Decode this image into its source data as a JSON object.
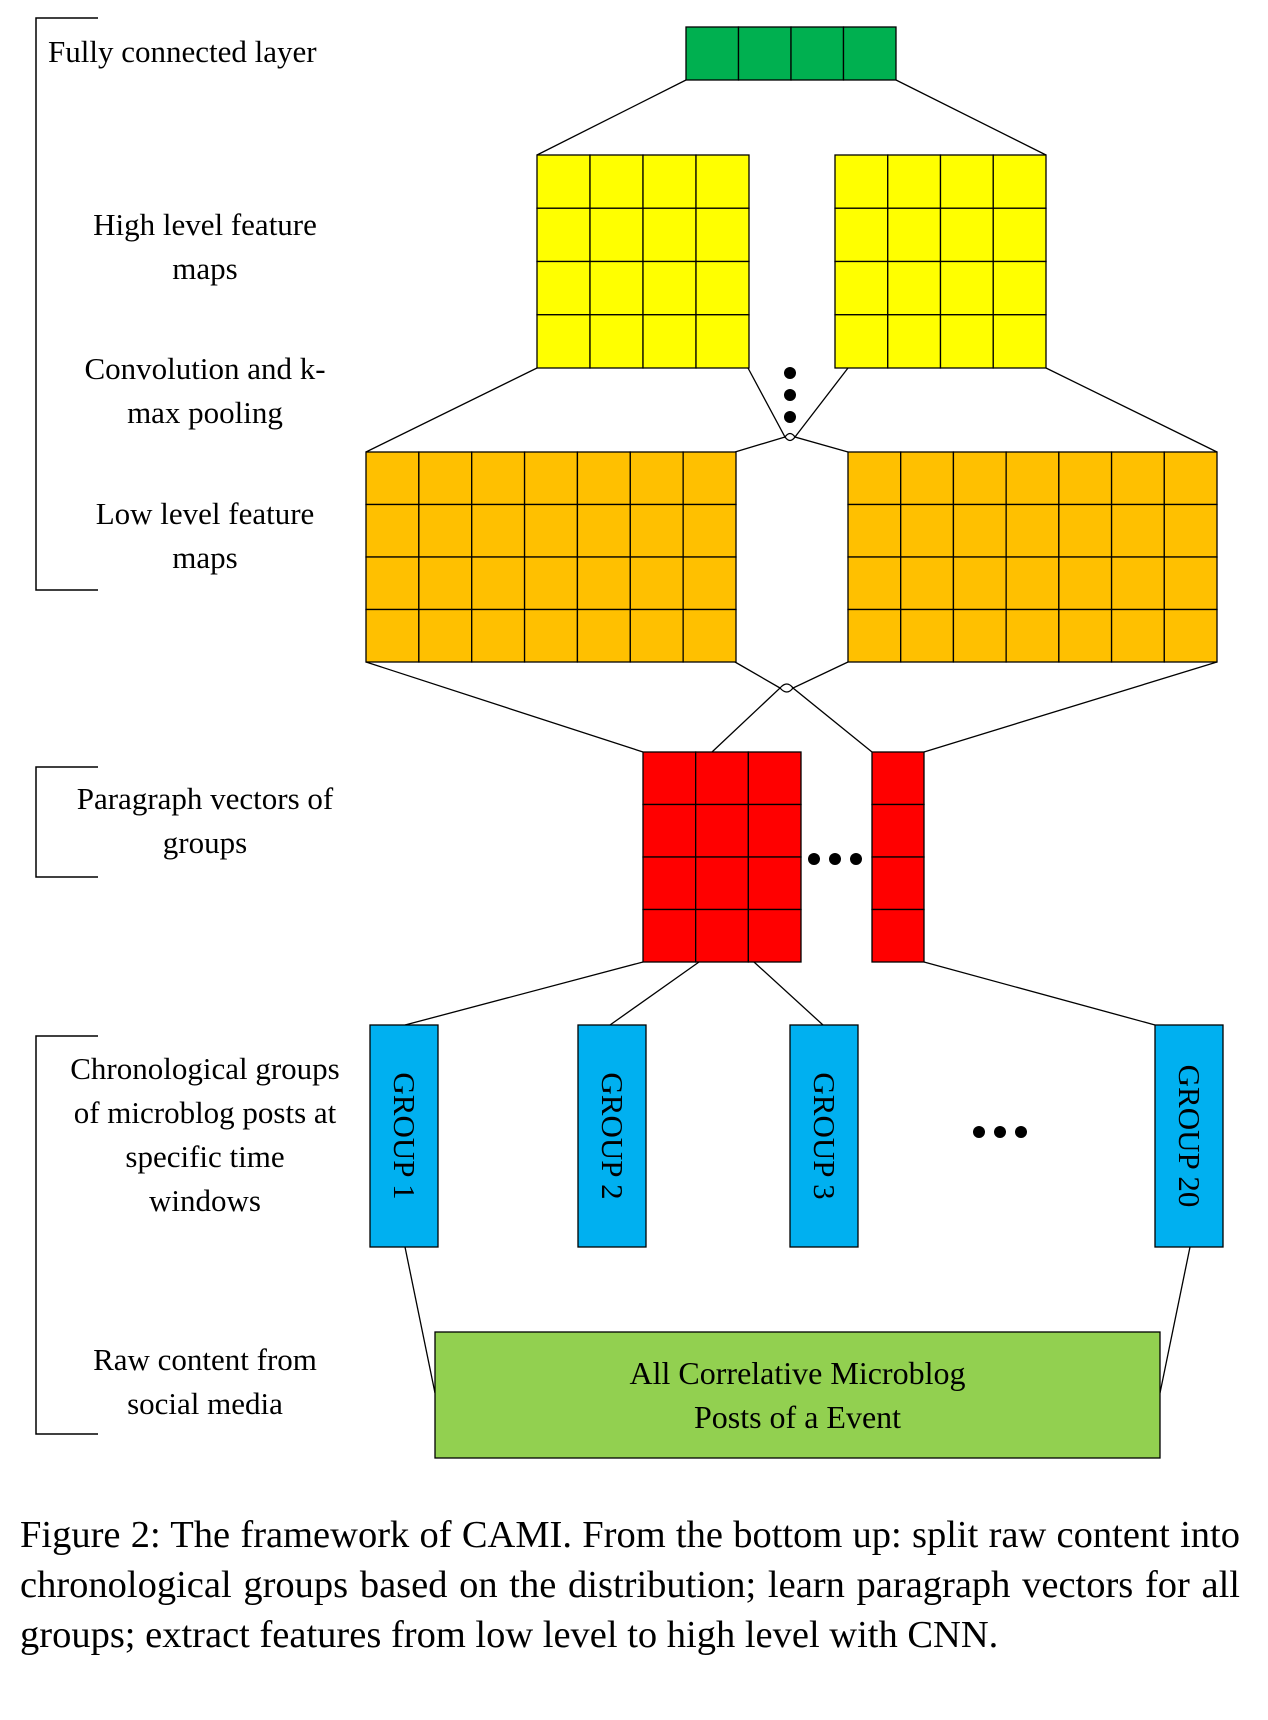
{
  "labels": {
    "fully_connected": "Fully connected layer",
    "high_level_line1": "High level feature",
    "high_level_line2": "maps",
    "conv_line1": "Convolution and k-",
    "conv_line2": "max pooling",
    "low_level_line1": "Low level feature",
    "low_level_line2": "maps",
    "paragraph_line1": "Paragraph vectors of",
    "paragraph_line2": "groups",
    "chrono_line1": "Chronological groups",
    "chrono_line2": "of microblog posts at",
    "chrono_line3": "specific time",
    "chrono_line4": "windows",
    "raw_line1": "Raw content from",
    "raw_line2": "social media"
  },
  "groups": [
    "GROUP 1",
    "GROUP 2",
    "GROUP 3",
    "GROUP 20"
  ],
  "event_box": {
    "line1": "All Correlative Microblog",
    "line2": "Posts of a Event"
  },
  "caption": "Figure 2: The framework of CAMI. From the bottom up: split raw content into chronological groups based on the distribution; learn paragraph vectors for all groups; extract features from low level to high level with CNN.",
  "colors": {
    "fully_connected": "#00b050",
    "high_level": "#ffff00",
    "low_level": "#ffc000",
    "paragraph": "#ff0000",
    "group": "#00b0f0",
    "raw": "#92d050"
  }
}
